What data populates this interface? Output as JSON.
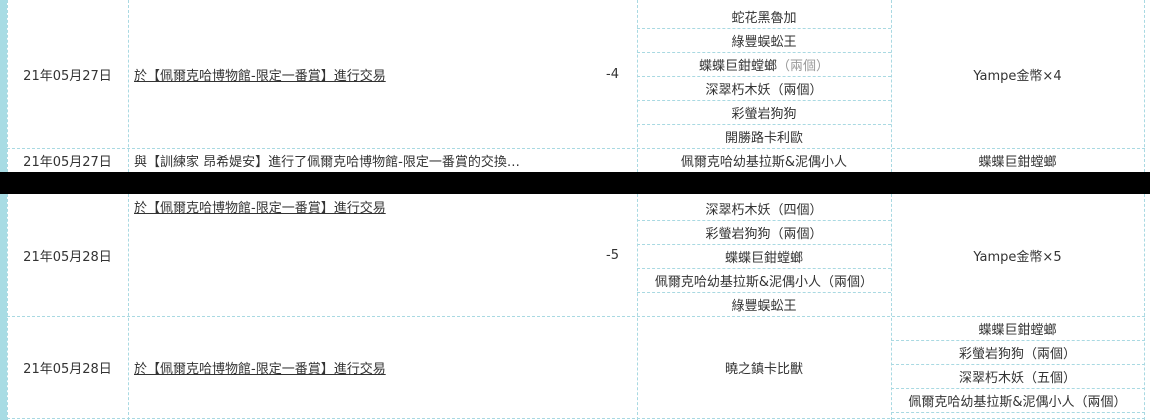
{
  "rows": [
    {
      "date": "21年05月27日",
      "event": "於【佩爾克哈博物館-限定一番賞】進行交易",
      "qty": "-4",
      "items": [
        "蛇花黑魯加",
        "綠豐蜈蚣王",
        "蝶蝶巨鉗螳螂",
        "深翠朽木妖（兩個）",
        "彩螢岩狗狗",
        "開勝路卡利歐"
      ],
      "item3_suffix": "（兩個）",
      "result": "Yampe金幣×4"
    },
    {
      "date": "21年05月27日",
      "event": "與【訓練家 昂希媞安】進行了佩爾克哈博物館-限定一番賞的交換…",
      "item": "佩爾克哈幼基拉斯&泥偶小人",
      "result": "蝶蝶巨鉗螳螂"
    },
    {
      "date": "21年05月28日",
      "event": "於【佩爾克哈博物館-限定一番賞】進行交易",
      "qty": "-5",
      "items": [
        "深翠朽木妖（四個）",
        "彩螢岩狗狗（兩個）",
        "蝶蝶巨鉗螳螂",
        "佩爾克哈幼基拉斯&泥偶小人（兩個）",
        "綠豐蜈蚣王"
      ],
      "result": "Yampe金幣×5"
    },
    {
      "date": "21年05月28日",
      "event": "於【佩爾克哈博物館-限定一番賞】進行交易",
      "item": "曉之鎮卡比獸",
      "results": [
        "蝶蝶巨鉗螳螂",
        "彩螢岩狗狗（兩個）",
        "深翠朽木妖（五個）",
        "佩爾克哈幼基拉斯&泥偶小人（兩個）"
      ]
    }
  ]
}
